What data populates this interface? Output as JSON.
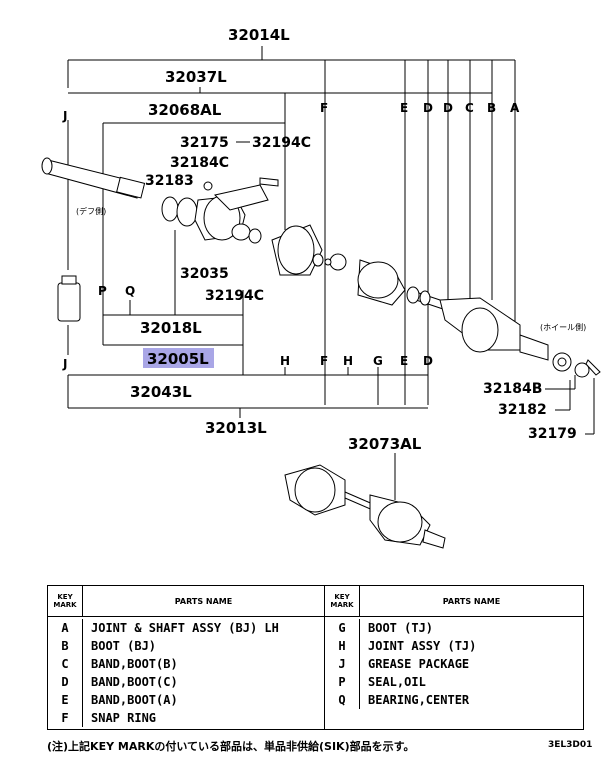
{
  "diagram": {
    "callouts": {
      "c32014L": "32014L",
      "c32037L": "32037L",
      "c32068AL": "32068AL",
      "c32175": "32175",
      "c32194C_top": "32194C",
      "c32184C": "32184C",
      "c32183": "32183",
      "c32035": "32035",
      "c32194C_bot": "32194C",
      "c32018L": "32018L",
      "c32005L": "32005L",
      "c32043L": "32043L",
      "c32013L": "32013L",
      "c32073AL": "32073AL",
      "c32184B": "32184B",
      "c32182": "32182",
      "c32179": "32179"
    },
    "diff_side_note": "(デフ側)",
    "wheel_side_note": "(ホイール側)",
    "top_keys": [
      "J",
      "F",
      "E",
      "D",
      "D",
      "C",
      "B",
      "A"
    ],
    "left_keys": [
      "P",
      "Q",
      "J"
    ],
    "bottom_keys": [
      "H",
      "F",
      "H",
      "G",
      "E",
      "D"
    ],
    "highlight_color": "#a9a6e6"
  },
  "legend": {
    "header_key": "KEY MARK",
    "header_name": "PARTS NAME",
    "left_rows": [
      {
        "key": "A",
        "name": "JOINT & SHAFT ASSY (BJ) LH"
      },
      {
        "key": "B",
        "name": "BOOT (BJ)"
      },
      {
        "key": "C",
        "name": "BAND,BOOT(B)"
      },
      {
        "key": "D",
        "name": "BAND,BOOT(C)"
      },
      {
        "key": "E",
        "name": "BAND,BOOT(A)"
      },
      {
        "key": "F",
        "name": "SNAP RING"
      }
    ],
    "right_rows": [
      {
        "key": "G",
        "name": "BOOT (TJ)"
      },
      {
        "key": "H",
        "name": "JOINT ASSY (TJ)"
      },
      {
        "key": "J",
        "name": "GREASE PACKAGE"
      },
      {
        "key": "P",
        "name": "SEAL,OIL"
      },
      {
        "key": "Q",
        "name": "BEARING,CENTER"
      }
    ]
  },
  "footnote": "(注)上記KEY MARKの付いている部品は、単品非供給(SIK)部品を示す。",
  "diagram_code": "3EL3D01"
}
